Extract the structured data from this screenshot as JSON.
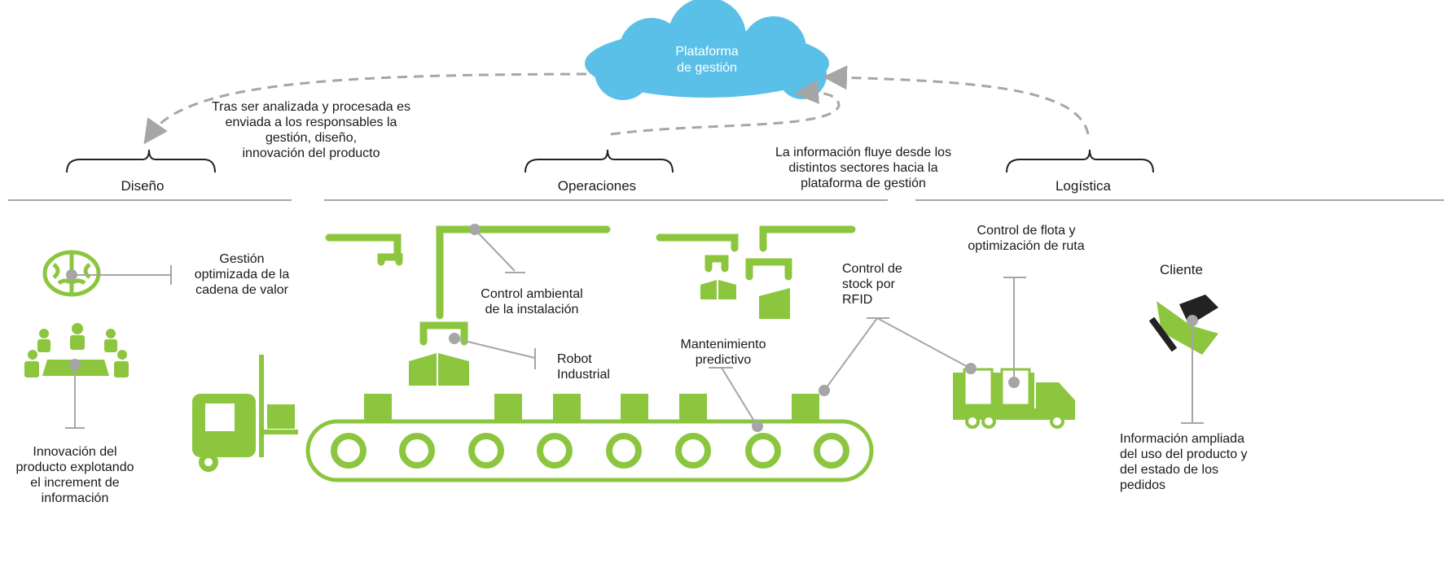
{
  "cloud": {
    "line1": "Plataforma",
    "line2": "de gestión"
  },
  "sections": {
    "diseno": "Diseño",
    "operaciones": "Operaciones",
    "logistica": "Logística"
  },
  "notes": {
    "analizada": [
      "Tras ser analizada y procesada es",
      "enviada a los responsables la",
      "gestión, diseño,",
      "innovación del producto"
    ],
    "fluye": [
      "La información fluye desde los",
      "distintos sectores hacia la",
      "plataforma de gestión"
    ]
  },
  "callouts": {
    "gestion": [
      "Gestión",
      "optimizada de la",
      "cadena de valor"
    ],
    "innovacion": [
      "Innovación del",
      "producto explotando",
      "el increment de",
      "información"
    ],
    "ambiental": [
      "Control ambiental",
      "de la instalación"
    ],
    "robot": [
      "Robot",
      "Industrial"
    ],
    "mantenimiento": [
      "Mantenimiento",
      "predictivo"
    ],
    "stock": [
      "Control de",
      "stock por",
      "RFID"
    ],
    "flota": [
      "Control de flota y",
      "optimización de ruta"
    ],
    "cliente": "Cliente",
    "ampliada": [
      "Información ampliada",
      "del uso del producto y",
      "del estado de los",
      "pedidos"
    ]
  },
  "colors": {
    "green": "#8cc63f",
    "cloud": "#5bc0e8",
    "gray": "#a6a6a6",
    "dark": "#333333"
  },
  "icons": [
    "brain-icon",
    "meeting-icon",
    "forklift-icon",
    "robot-arm-icon",
    "conveyor-icon",
    "truck-icon",
    "handshake-icon",
    "cloud-icon"
  ]
}
